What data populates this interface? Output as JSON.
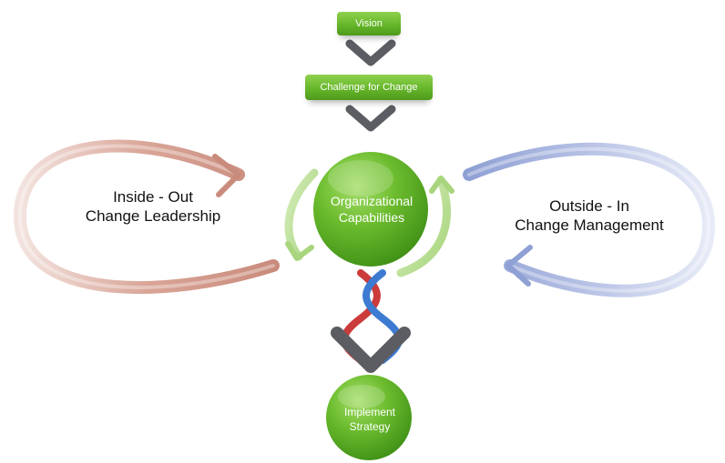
{
  "steps": {
    "vision": "Vision",
    "challenge": "Challenge for Change",
    "capabilities": {
      "line1": "Organizational",
      "line2": "Capabilities"
    },
    "implement": {
      "line1": "Implement",
      "line2": "Strategy"
    }
  },
  "left_loop": {
    "line1": "Inside - Out",
    "line2": "Change Leadership"
  },
  "right_loop": {
    "line1": "Outside - In",
    "line2": "Change Management"
  },
  "colors": {
    "green": "#66b62a",
    "chevron": "#5b5d63",
    "left_loop": "#c98b7c",
    "right_loop": "#9aa9d7",
    "helix_red": "#cc3b3b",
    "helix_blue": "#3c7bd1"
  }
}
